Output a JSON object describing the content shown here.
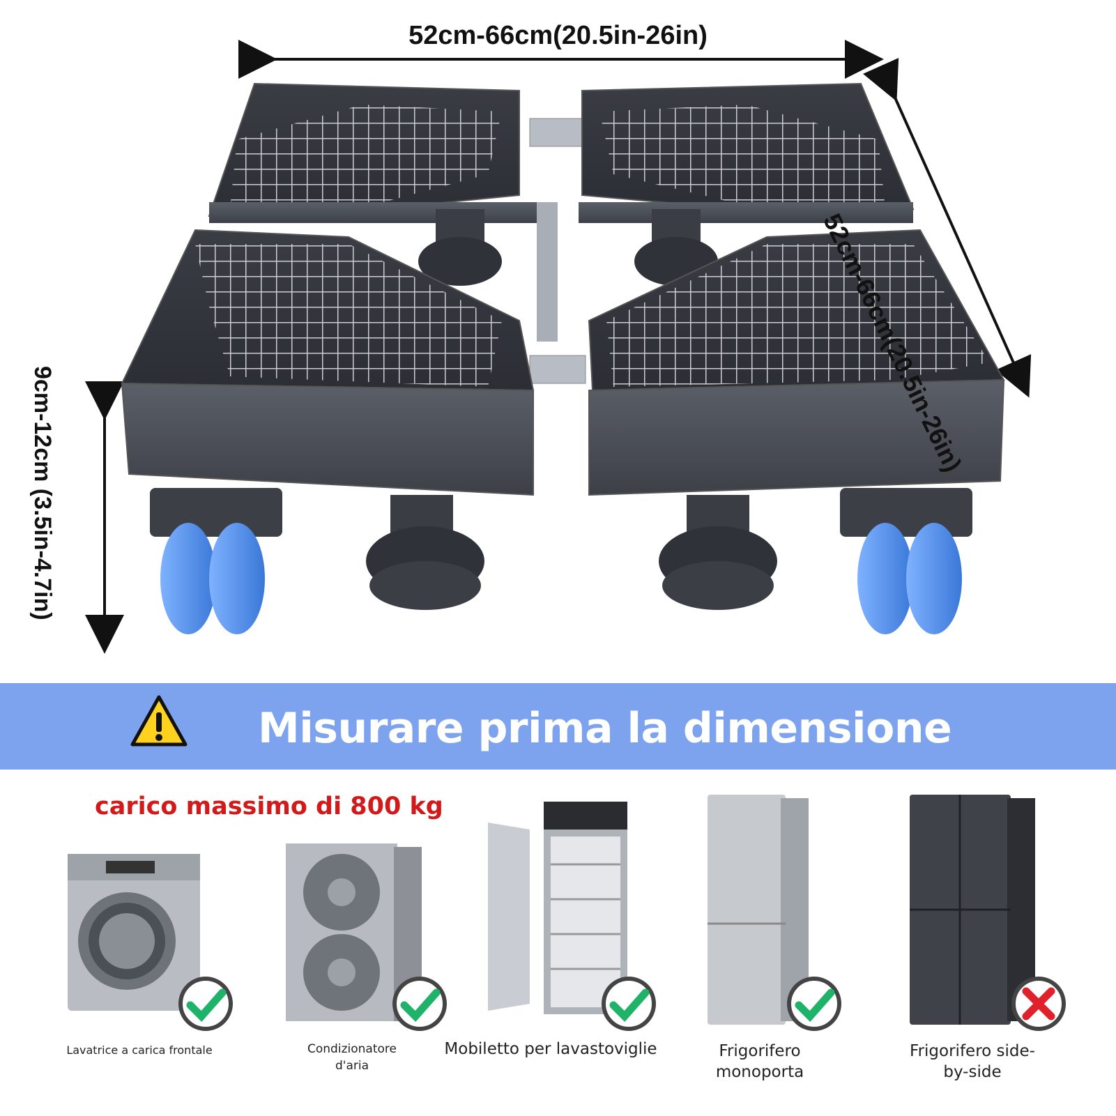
{
  "dimensions": {
    "width": "52cm-66cm(20.5in-26in)",
    "depth": "52cm-66cm(20.5in-26in)",
    "height": "9cm-12cm (3.5in-4.7in)"
  },
  "banner": {
    "title": "Misurare prima la dimensione",
    "background": "#7ea3ee",
    "icon": "warning-icon"
  },
  "max_load": "carico massimo di 800 kg",
  "appliances": [
    {
      "label": "Lavatrice a carica frontale",
      "compatible": true,
      "icon": "washing-machine-icon"
    },
    {
      "label": "Condizionatore d'aria",
      "compatible": true,
      "icon": "air-conditioner-icon"
    },
    {
      "label": "Mobiletto per lavastoviglie",
      "compatible": true,
      "icon": "dish-cabinet-icon"
    },
    {
      "label": "Frigorifero monoporta",
      "compatible": true,
      "icon": "single-door-fridge-icon"
    },
    {
      "label": "Frigorifero side-by-side",
      "compatible": false,
      "icon": "side-by-side-fridge-icon"
    }
  ],
  "colors": {
    "check": "#1fb36a",
    "cross": "#e0202a",
    "wheel": "#4f8fe6",
    "frame": "#4a4d55"
  }
}
